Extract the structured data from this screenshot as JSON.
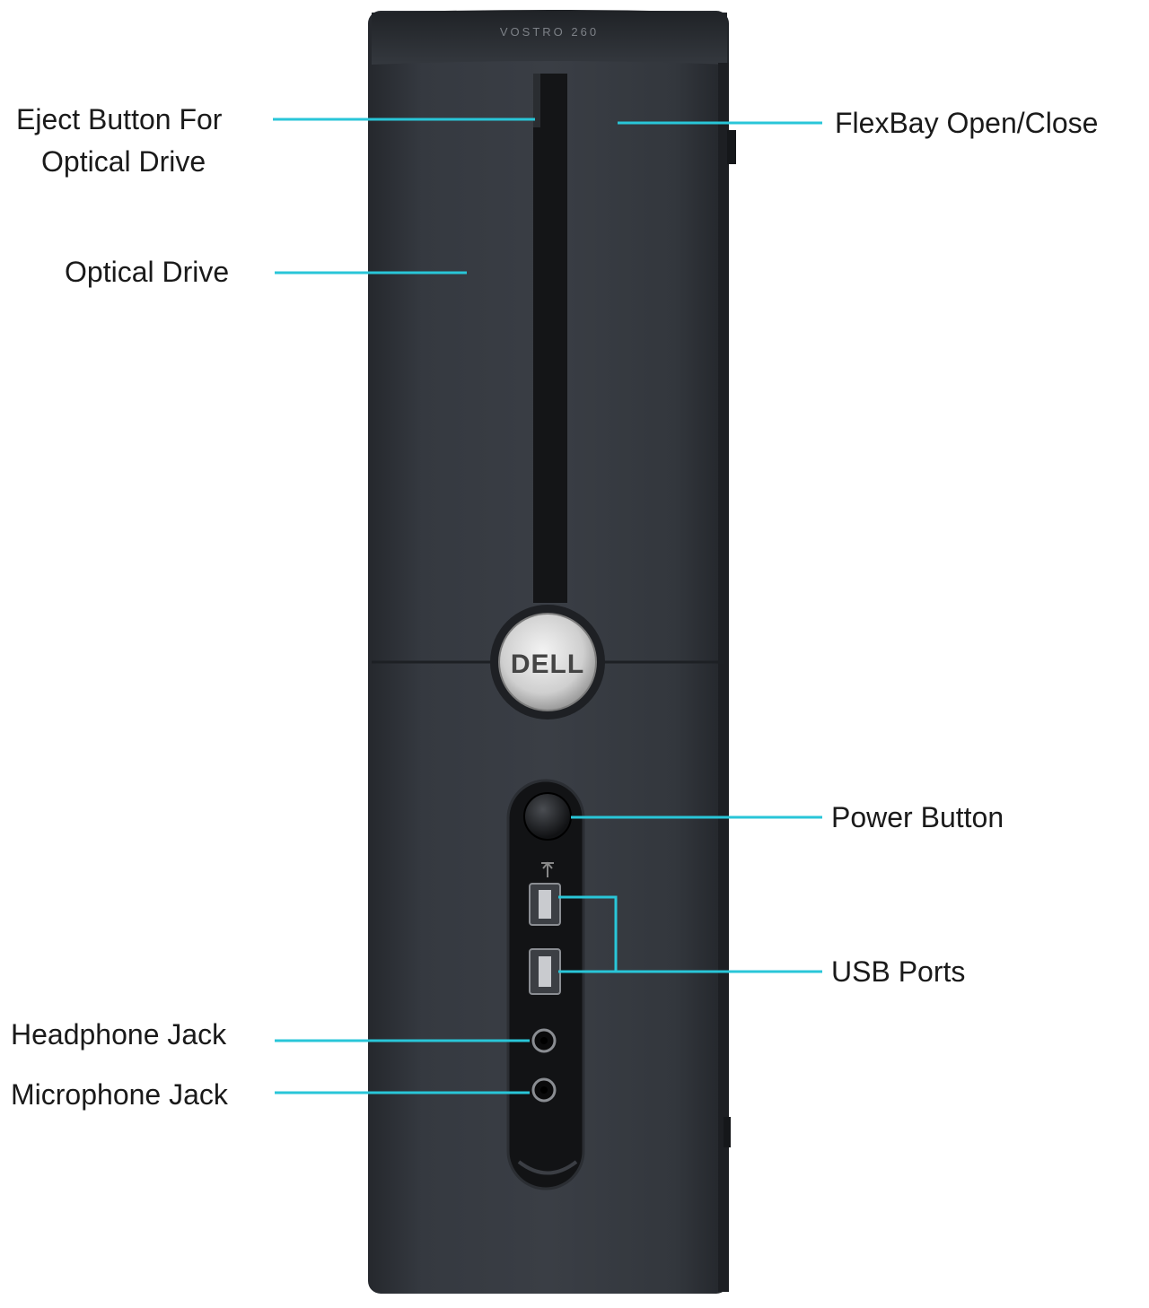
{
  "product": {
    "model_text": "VOSTRO 260",
    "brand_logo": "DELL"
  },
  "labels": {
    "eject": "Eject Button For Optical Drive",
    "eject_line1": "Eject Button For",
    "eject_line2": "Optical Drive",
    "optical_drive": "Optical Drive",
    "flexbay": "FlexBay Open/Close",
    "power": "Power Button",
    "usb": "USB Ports",
    "headphone": "Headphone Jack",
    "microphone": "Microphone Jack"
  },
  "colors": {
    "callout_line": "#29c6d8",
    "case_body": "#2e3137",
    "text": "#1a1a1a"
  }
}
